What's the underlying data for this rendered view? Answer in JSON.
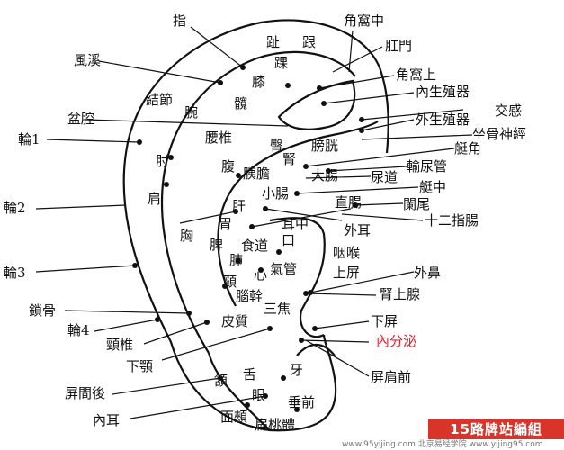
{
  "labels": {
    "zhi": "指",
    "jiaowozhong": "角窩中",
    "zhi_toe": "趾",
    "gen": "跟",
    "gangmen": "肛門",
    "fengxi": "風溪",
    "huai": "踝",
    "jiaowoshang": "角窩上",
    "xi": "膝",
    "neishengzhiqi": "內生殖器",
    "jiejie": "結節",
    "wan": "腕",
    "kuan": "髖",
    "jiaogan": "交感",
    "penqiang": "盆腔",
    "waishengzhiqi": "外生殖器",
    "zuogushenjing": "坐骨神經",
    "lun1": "輪1",
    "yaozhui": "腰椎",
    "tun": "臀",
    "shen": "腎",
    "pangguang": "膀胱",
    "tingjiao": "艇角",
    "zhou": "肘",
    "fu": "腹",
    "yidan": "胰膽",
    "dachang": "大腸",
    "niaodao": "尿道",
    "shuniaoguan": "輸尿管",
    "tingzhong": "艇中",
    "jian": "肩",
    "xiaochang": "小腸",
    "lanwei": "闌尾",
    "zhichang": "直腸",
    "lun2": "輪2",
    "gan": "肝",
    "shierzhichang": "十二指腸",
    "wei": "胃",
    "erzhong": "耳中",
    "waier": "外耳",
    "xiong": "胸",
    "pi": "脾",
    "kou": "口",
    "shidao": "食道",
    "yanhou": "咽喉",
    "fei": "肺",
    "lun3": "輪3",
    "qiguan": "氣管",
    "shangping": "上屏",
    "waibi": "外鼻",
    "jing": "頸",
    "xin": "心",
    "shenshangxian": "腎上腺",
    "suogu": "鎖骨",
    "naogan": "腦幹",
    "sanjiao": "三焦",
    "lun4": "輪4",
    "pizhi": "皮質",
    "xiaping": "下屏",
    "jingzhui": "頸椎",
    "neifenmi": "內分泌",
    "xiae": "下顎",
    "ya": "牙",
    "she": "舌",
    "pingjianqian": "屏肩前",
    "ping_jian_hou": "屏間後",
    "e": "頷",
    "yan": "眼",
    "chuiqian": "垂前",
    "neier": "內耳",
    "mianjia": "面頰",
    "biantaoti": "扁桃體"
  },
  "badge": "15路牌站編組",
  "footer": "www.95yijing.com 北京易经学院 www.yijing95.com",
  "colors": {
    "ink": "#111111",
    "accent": "#e0242e",
    "badge_bg": "#d8342a"
  }
}
